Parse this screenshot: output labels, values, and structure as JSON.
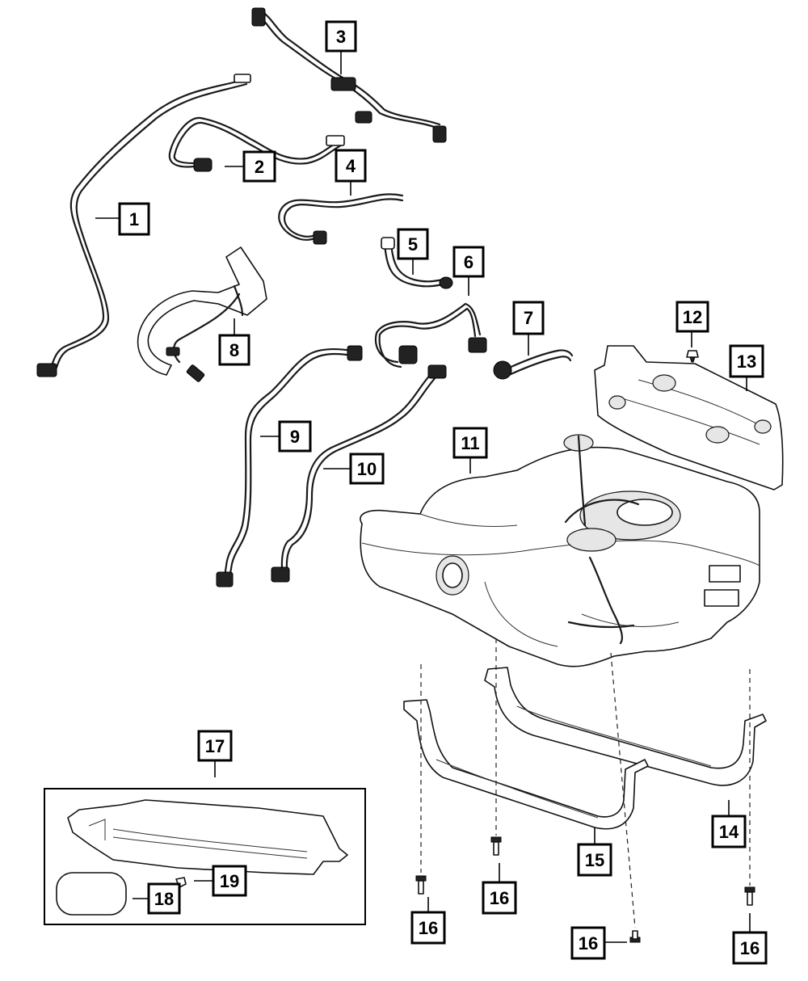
{
  "callouts": [
    {
      "id": "1",
      "label": "1"
    },
    {
      "id": "2",
      "label": "2"
    },
    {
      "id": "3",
      "label": "3"
    },
    {
      "id": "4",
      "label": "4"
    },
    {
      "id": "5",
      "label": "5"
    },
    {
      "id": "6",
      "label": "6"
    },
    {
      "id": "7",
      "label": "7"
    },
    {
      "id": "8",
      "label": "8"
    },
    {
      "id": "9",
      "label": "9"
    },
    {
      "id": "10",
      "label": "10"
    },
    {
      "id": "11",
      "label": "11"
    },
    {
      "id": "12",
      "label": "12"
    },
    {
      "id": "13",
      "label": "13"
    },
    {
      "id": "14",
      "label": "14"
    },
    {
      "id": "15",
      "label": "15"
    },
    {
      "id": "16a",
      "label": "16"
    },
    {
      "id": "16b",
      "label": "16"
    },
    {
      "id": "16c",
      "label": "16"
    },
    {
      "id": "16d",
      "label": "16"
    },
    {
      "id": "17",
      "label": "17"
    },
    {
      "id": "18",
      "label": "18"
    },
    {
      "id": "19",
      "label": "19"
    }
  ],
  "colors": {
    "line": "#000000",
    "background": "#ffffff",
    "shade": "#e6e6e6"
  }
}
